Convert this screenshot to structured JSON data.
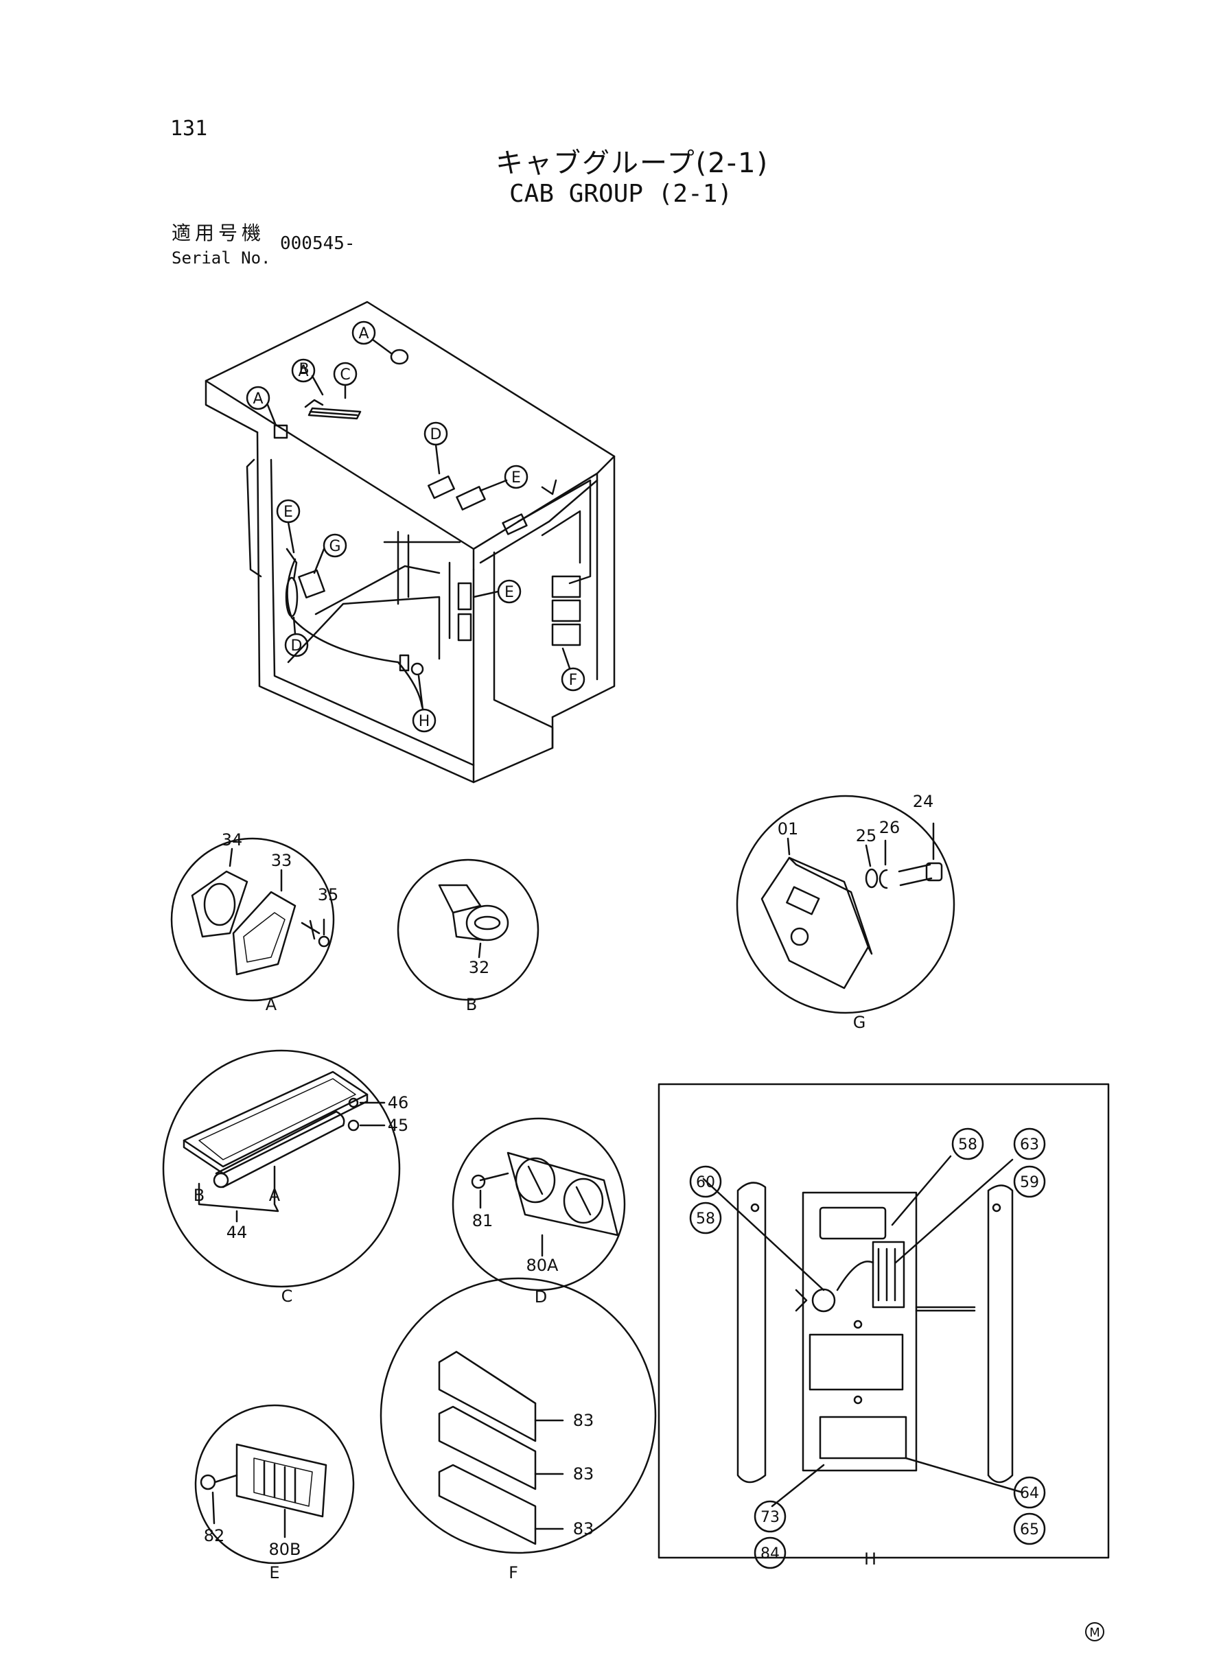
{
  "header": {
    "page_number": "131",
    "title_jp": "キャブグループ(2-1)",
    "title_en": "CAB GROUP (2-1)",
    "serial_label_jp": "適用号機",
    "serial_label_en": "Serial No.",
    "serial_value": "000545-"
  },
  "cab_callouts": [
    "A",
    "B",
    "C",
    "D",
    "E",
    "F",
    "G",
    "H"
  ],
  "details": {
    "A": {
      "label": "A",
      "parts": [
        "34",
        "33",
        "35"
      ]
    },
    "B": {
      "label": "B",
      "parts": [
        "32"
      ]
    },
    "G": {
      "label": "G",
      "parts": [
        "01",
        "25",
        "26",
        "24"
      ]
    },
    "C": {
      "label": "C",
      "parts": [
        "46",
        "45",
        "44"
      ],
      "sub_labels": [
        "B",
        "A"
      ]
    },
    "D": {
      "label": "D",
      "parts": [
        "81",
        "80A"
      ]
    },
    "E": {
      "label": "E",
      "parts": [
        "82",
        "80B"
      ]
    },
    "F": {
      "label": "F",
      "parts": [
        "83",
        "83",
        "83"
      ]
    },
    "H": {
      "label": "H",
      "parts": [
        "58",
        "63",
        "60",
        "59",
        "58",
        "64",
        "65",
        "73",
        "84"
      ]
    }
  },
  "footer_mark": "M"
}
